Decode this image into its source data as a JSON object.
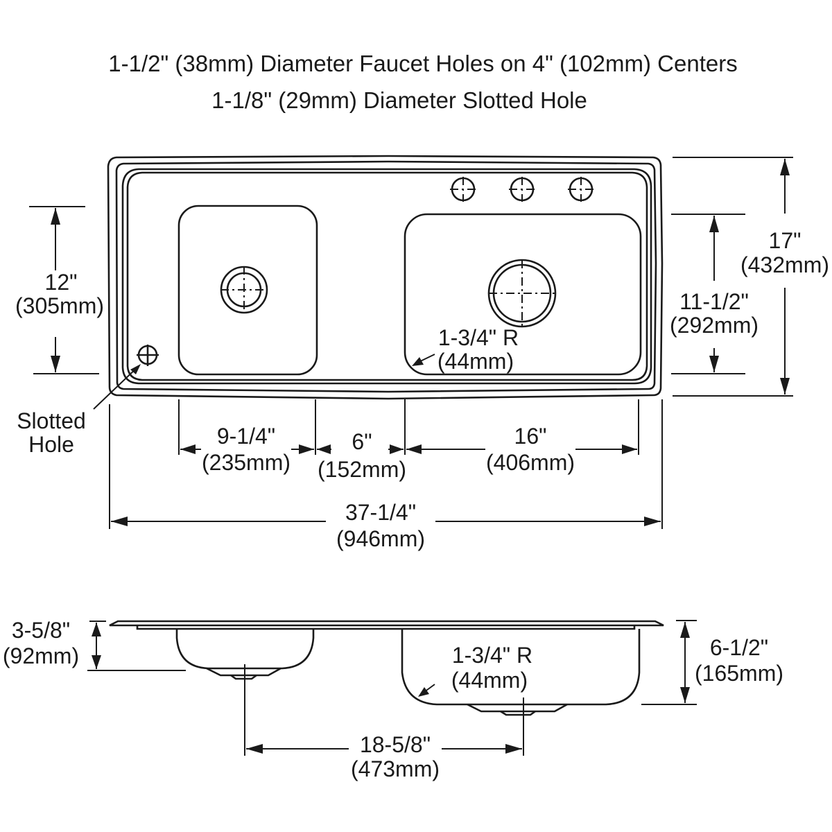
{
  "header": {
    "line1": "1-1/2\" (38mm) Diameter Faucet Holes on 4\" (102mm) Centers",
    "line2": "1-1/8\" (29mm) Diameter Slotted Hole"
  },
  "plan_view": {
    "faucet_holes": {
      "count": 3,
      "icon": "crosshair-circle-icon"
    },
    "left_bowl": {
      "drain_icon": "drain-crosshair-icon"
    },
    "right_bowl": {
      "drain_icon": "drain-crosshair-icon"
    },
    "slotted_hole_label_line1": "Slotted",
    "slotted_hole_label_line2": "Hole",
    "dimensions": {
      "left_bowl_length": {
        "imperial": "12\"",
        "metric": "(305mm)"
      },
      "right_bowl_length": {
        "imperial": "11-1/2\"",
        "metric": "(292mm)"
      },
      "overall_depth": {
        "imperial": "17\"",
        "metric": "(432mm)"
      },
      "corner_radius": {
        "imperial": "1-3/4\" R",
        "metric": "(44mm)"
      },
      "left_bowl_width": {
        "imperial": "9-1/4\"",
        "metric": "(235mm)"
      },
      "bowl_spacing": {
        "imperial": "6\"",
        "metric": "(152mm)"
      },
      "right_bowl_width": {
        "imperial": "16\"",
        "metric": "(406mm)"
      },
      "overall_width": {
        "imperial": "37-1/4\"",
        "metric": "(946mm)"
      }
    }
  },
  "section_view": {
    "dimensions": {
      "left_bowl_depth": {
        "imperial": "3-5/8\"",
        "metric": "(92mm)"
      },
      "right_bowl_depth": {
        "imperial": "6-1/2\"",
        "metric": "(165mm)"
      },
      "corner_radius": {
        "imperial": "1-3/4\" R",
        "metric": "(44mm)"
      },
      "drain_center_distance": {
        "imperial": "18-5/8\"",
        "metric": "(473mm)"
      }
    }
  },
  "colors": {
    "line": "#1a1a1a",
    "background": "#ffffff"
  }
}
